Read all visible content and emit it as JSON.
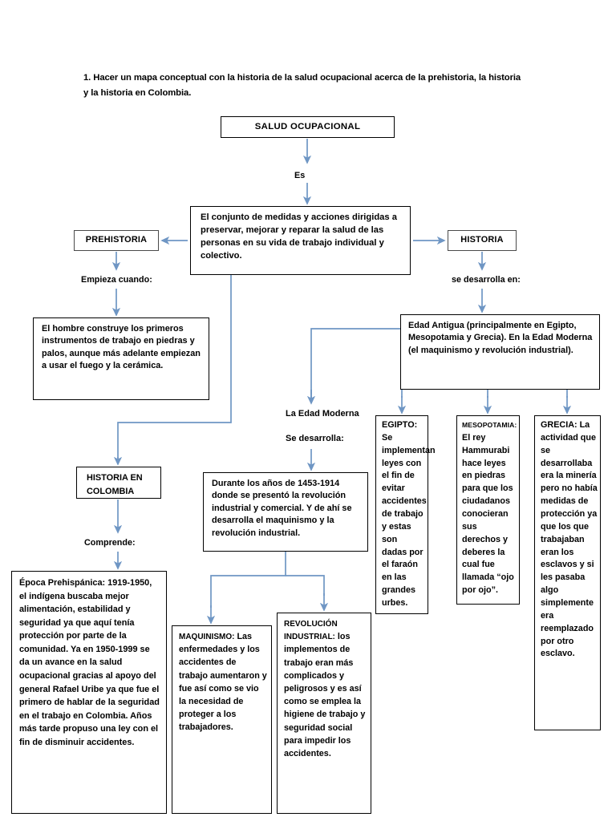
{
  "colors": {
    "connector": "#6f96c4",
    "box_border_black": "#000000",
    "box_border_gray": "#4a4a4a",
    "page_background": "#ffffff",
    "text": "#000000"
  },
  "prompt": {
    "text": "1. Hacer un mapa conceptual con la historia de la salud ocupacional  acerca de la prehistoria, la historia y la historia en Colombia."
  },
  "nodes": {
    "title": {
      "label": "SALUD OCUPACIONAL"
    },
    "definition": {
      "text": "El conjunto de medidas y acciones dirigidas a preservar, mejorar y reparar la salud de las personas en su vida de trabajo individual y colectivo."
    },
    "prehistoria": {
      "label": "PREHISTORIA"
    },
    "historia": {
      "label": "HISTORIA"
    },
    "hombre": {
      "text": "El hombre construye los primeros instrumentos de trabajo en piedras y palos, aunque más adelante empiezan a usar el fuego y la cerámica."
    },
    "edad_antigua": {
      "text": "Edad Antigua (principalmente en Egipto, Mesopotamia y  Grecia). En la Edad Moderna (el maquinismo y revolución industrial)."
    },
    "historia_colombia": {
      "label": "HISTORIA EN COLOMBIA"
    },
    "durante": {
      "text": "Durante los años de 1453-1914 donde se presentó la revolución industrial y comercial. Y de ahí se desarrolla el maquinismo y la revolución industrial."
    },
    "egipto": {
      "text": "EGIPTO: Se implementan leyes con el fin de evitar accidentes de trabajo y estas son dadas por el faraón en las grandes urbes."
    },
    "mesopotamia": {
      "heading": "MESOPOTAMIA:",
      "text": "El rey Hammurabi hace leyes en piedras para que los ciudadanos conocieran sus derechos y deberes la cual fue llamada “ojo por ojo”."
    },
    "grecia": {
      "text": "GRECIA: La actividad que se desarrollaba era la minería pero no había medidas de protección ya que los que trabajaban eran los esclavos y si les pasaba algo simplemente era reemplazado por otro esclavo."
    },
    "epoca_prehispanica": {
      "text": "Época Prehispánica: 1919-1950, el indígena buscaba mejor alimentación, estabilidad y seguridad ya que aquí tenía protección por parte de la comunidad. Ya en 1950-1999 se da un avance en la salud ocupacional gracias al apoyo del general Rafael Uribe ya que fue el primero de hablar de la seguridad en el trabajo en Colombia. Años más tarde propuso una ley con el fin de disminuir accidentes."
    },
    "maquinismo": {
      "heading": "MAQUINISMO:",
      "text": " Las enfermedades y los accidentes de trabajo aumentaron y fue así como se vio la necesidad de proteger a los trabajadores."
    },
    "revolucion_industrial": {
      "heading": "REVOLUCIÓN INDUSTRIAL:",
      "text": " los implementos de trabajo eran más complicados y peligrosos y es así como se emplea la higiene de trabajo y seguridad social para impedir los accidentes."
    }
  },
  "connector_labels": {
    "es": "Es",
    "empieza_cuando": "Empieza cuando:",
    "se_desarrolla_en": "se desarrolla en:",
    "la_edad_moderna": "La Edad Moderna",
    "se_desarrolla": "Se desarrolla:",
    "comprende": "Comprende:"
  }
}
